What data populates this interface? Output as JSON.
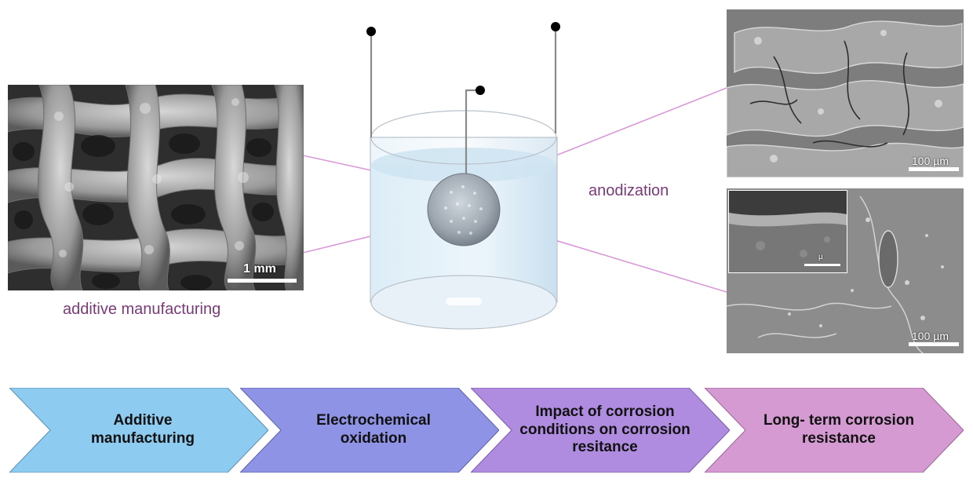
{
  "images": {
    "additive": {
      "scale_label": "1 mm"
    },
    "anodized_top": {
      "scale_label": "100 µm"
    },
    "anodized_bottom": {
      "scale_label": "100 µm",
      "inset_scale_label": "µ"
    }
  },
  "captions": {
    "additive": "additive manufacturing",
    "anodization": "anodization"
  },
  "steps": [
    {
      "label": "Additive manufacturing",
      "color": "#8ecbf0"
    },
    {
      "label": "Electrochemical oxidation",
      "color": "#8f93e6"
    },
    {
      "label": "Impact of corrosion conditions on corrosion resitance",
      "color": "#b08ce0"
    },
    {
      "label": "Long- term corrosion resistance",
      "color": "#d59ad2"
    }
  ],
  "colors": {
    "connector": "#d89ad8",
    "caption": "#7a3a78"
  }
}
